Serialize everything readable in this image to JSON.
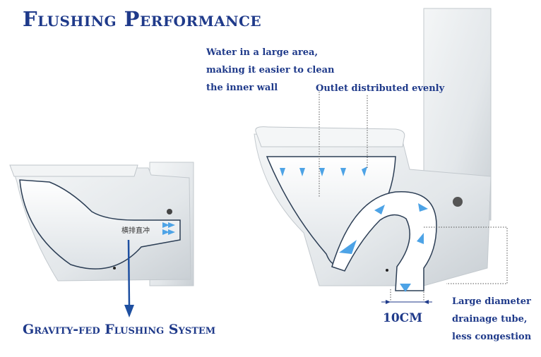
{
  "title": "Flushing Performance",
  "subtitle": "Gravity-fed Flushing System",
  "notes": {
    "water_area": [
      "Water in a large area,",
      "making it easier to clean",
      "the inner wall"
    ],
    "outlet": "Outlet distributed evenly",
    "large_diameter": [
      "Large diameter",
      "drainage tube,",
      "less congestion"
    ]
  },
  "measure": "10CM",
  "chinese_label": "横排直冲",
  "colors": {
    "heading": "#1f3a8a",
    "arrow": "#1e4fa0",
    "flow": "#4da3e6",
    "ceramic": "#e9ecee",
    "ceramic_shadow": "#c6ccd1"
  }
}
